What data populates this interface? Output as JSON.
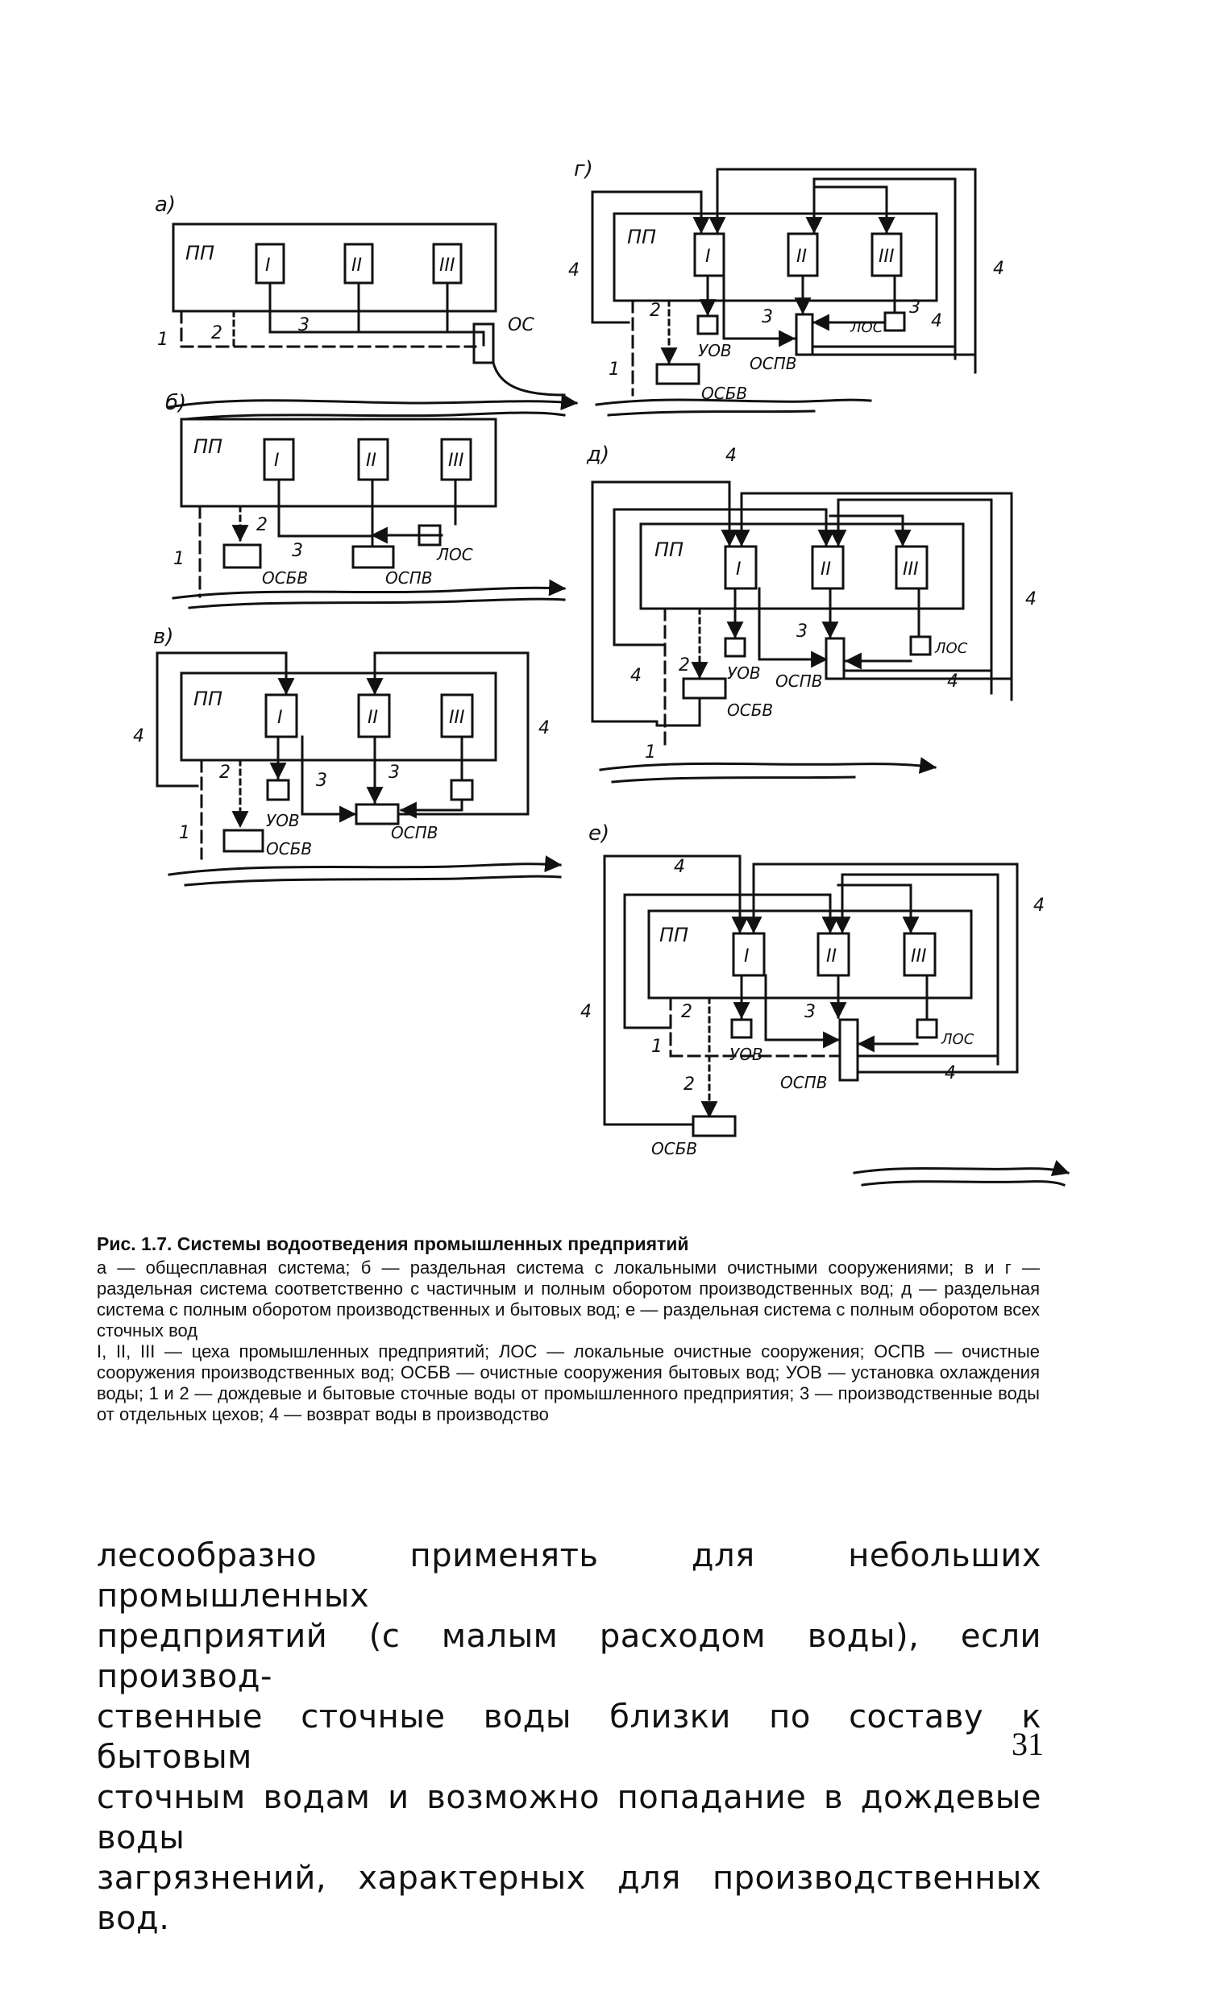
{
  "figure": {
    "panels": {
      "a": {
        "label": "а)",
        "pp": "ПП",
        "shops": [
          "I",
          "II",
          "III"
        ],
        "n1": "1",
        "n2": "2",
        "n3": "3",
        "os": "ОС"
      },
      "b": {
        "label": "б)",
        "pp": "ПП",
        "shops": [
          "I",
          "II",
          "III"
        ],
        "n1": "1",
        "n2": "2",
        "n3": "3",
        "osbv": "ОСБВ",
        "ospv": "ОСПВ",
        "los": "ЛОС"
      },
      "v": {
        "label": "в)",
        "pp": "ПП",
        "shops": [
          "I",
          "II",
          "III"
        ],
        "n1": "1",
        "n2": "2",
        "n3": "3",
        "n4": "4",
        "uov": "УОВ",
        "osbv": "ОСБВ",
        "ospv": "ОСПВ"
      },
      "g": {
        "label": "г)",
        "pp": "ПП",
        "shops": [
          "I",
          "II",
          "III"
        ],
        "n1": "1",
        "n2": "2",
        "n3": "3",
        "n4": "4",
        "uov": "УОВ",
        "osbv": "ОСБВ",
        "ospv": "ОСПВ",
        "los": "ЛОС"
      },
      "d": {
        "label": "д)",
        "pp": "ПП",
        "shops": [
          "I",
          "II",
          "III"
        ],
        "n1": "1",
        "n2": "2",
        "n3": "3",
        "n4": "4",
        "uov": "УОВ",
        "osbv": "ОСБВ",
        "ospv": "ОСПВ",
        "los": "ЛОС"
      },
      "e": {
        "label": "е)",
        "pp": "ПП",
        "shops": [
          "I",
          "II",
          "III"
        ],
        "n1": "1",
        "n2": "2",
        "n3": "3",
        "n4": "4",
        "uov": "УОВ",
        "osbv": "ОСБВ",
        "ospv": "ОСПВ",
        "los": "ЛОС"
      }
    }
  },
  "caption": {
    "title": "Рис. 1.7. Системы водоотведения промышленных предприятий",
    "legend_systems": "а — общесплавная система; б — раздельная система с локальными очистными сооружениями; в и г — раздельная система соответственно с частичным и полным оборотом производственных вод; д — раздельная система с полным оборотом производственных и бытовых вод; е — раздельная система с полным оборотом всех сточных вод",
    "legend_symbols": "I, II, III — цеха промышленных предприятий; ЛОС — локальные очистные сооружения; ОСПВ — очистные сооружения производственных вод; ОСБВ — очистные сооружения бытовых вод; УОВ — установка охлаждения воды; 1 и 2 — дождевые и бытовые сточные воды от промышленного предприятия; 3 — производственные воды от отдельных цехов; 4 — возврат воды в производство"
  },
  "body_text": {
    "lines": [
      "лесообразно применять для небольших промышленных",
      "предприятий (с малым расходом воды), если производ-",
      "ственные сточные воды близки по составу к бытовым",
      "сточным водам и возможно попадание в дождевые воды",
      "загрязнений, характерных для производственных вод."
    ]
  },
  "page_number": "31"
}
